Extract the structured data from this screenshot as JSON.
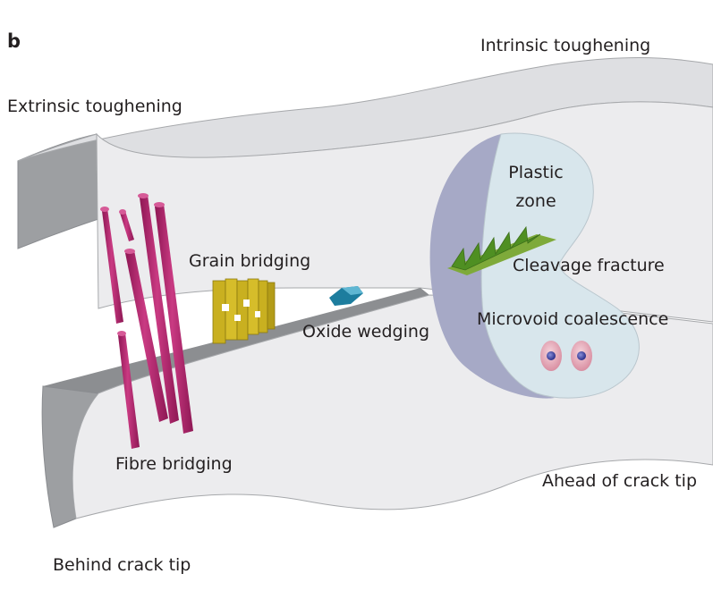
{
  "figure": {
    "panel_letter": "b",
    "labels": {
      "intrinsic_toughening": "Intrinsic toughening",
      "extrinsic_toughening": "Extrinsic toughening",
      "plastic_zone_line1": "Plastic",
      "plastic_zone_line2": "zone",
      "grain_bridging": "Grain bridging",
      "cleavage_fracture": "Cleavage fracture",
      "oxide_wedging": "Oxide wedging",
      "microvoid_coalescence": "Microvoid coalescence",
      "fibre_bridging": "Fibre bridging",
      "ahead_of_crack_tip": "Ahead of crack tip",
      "behind_crack_tip": "Behind crack tip"
    },
    "colors": {
      "material_face": "#ececee",
      "material_edge": "#9d9fa2",
      "crack_face": "#8c8e91",
      "plastic_zone_fill": "#d8e6ec",
      "plastic_zone_edge": "#a6a9c6",
      "fibres": "#b5286f",
      "grains": "#c9b020",
      "oxide": "#1d7d9e",
      "cleavage": "#5a9a2a",
      "voids": "#e5a9b8"
    }
  }
}
